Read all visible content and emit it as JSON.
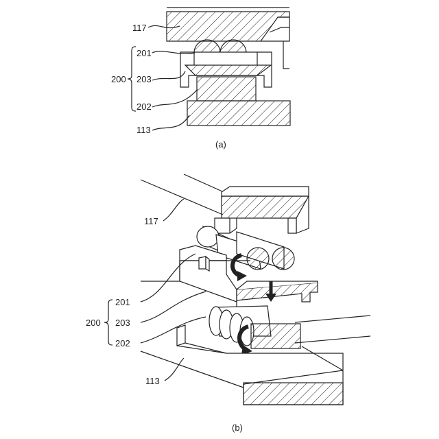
{
  "diagram": {
    "panel_a": {
      "caption": "(a)",
      "labels": {
        "l117": "117",
        "l201": "201",
        "l200": "200",
        "l203": "203",
        "l202": "202",
        "l113": "113"
      }
    },
    "panel_b": {
      "caption": "(b)",
      "labels": {
        "l117": "117",
        "l201": "201",
        "l200": "200",
        "l203": "203",
        "l202": "202",
        "l113": "113"
      }
    }
  }
}
